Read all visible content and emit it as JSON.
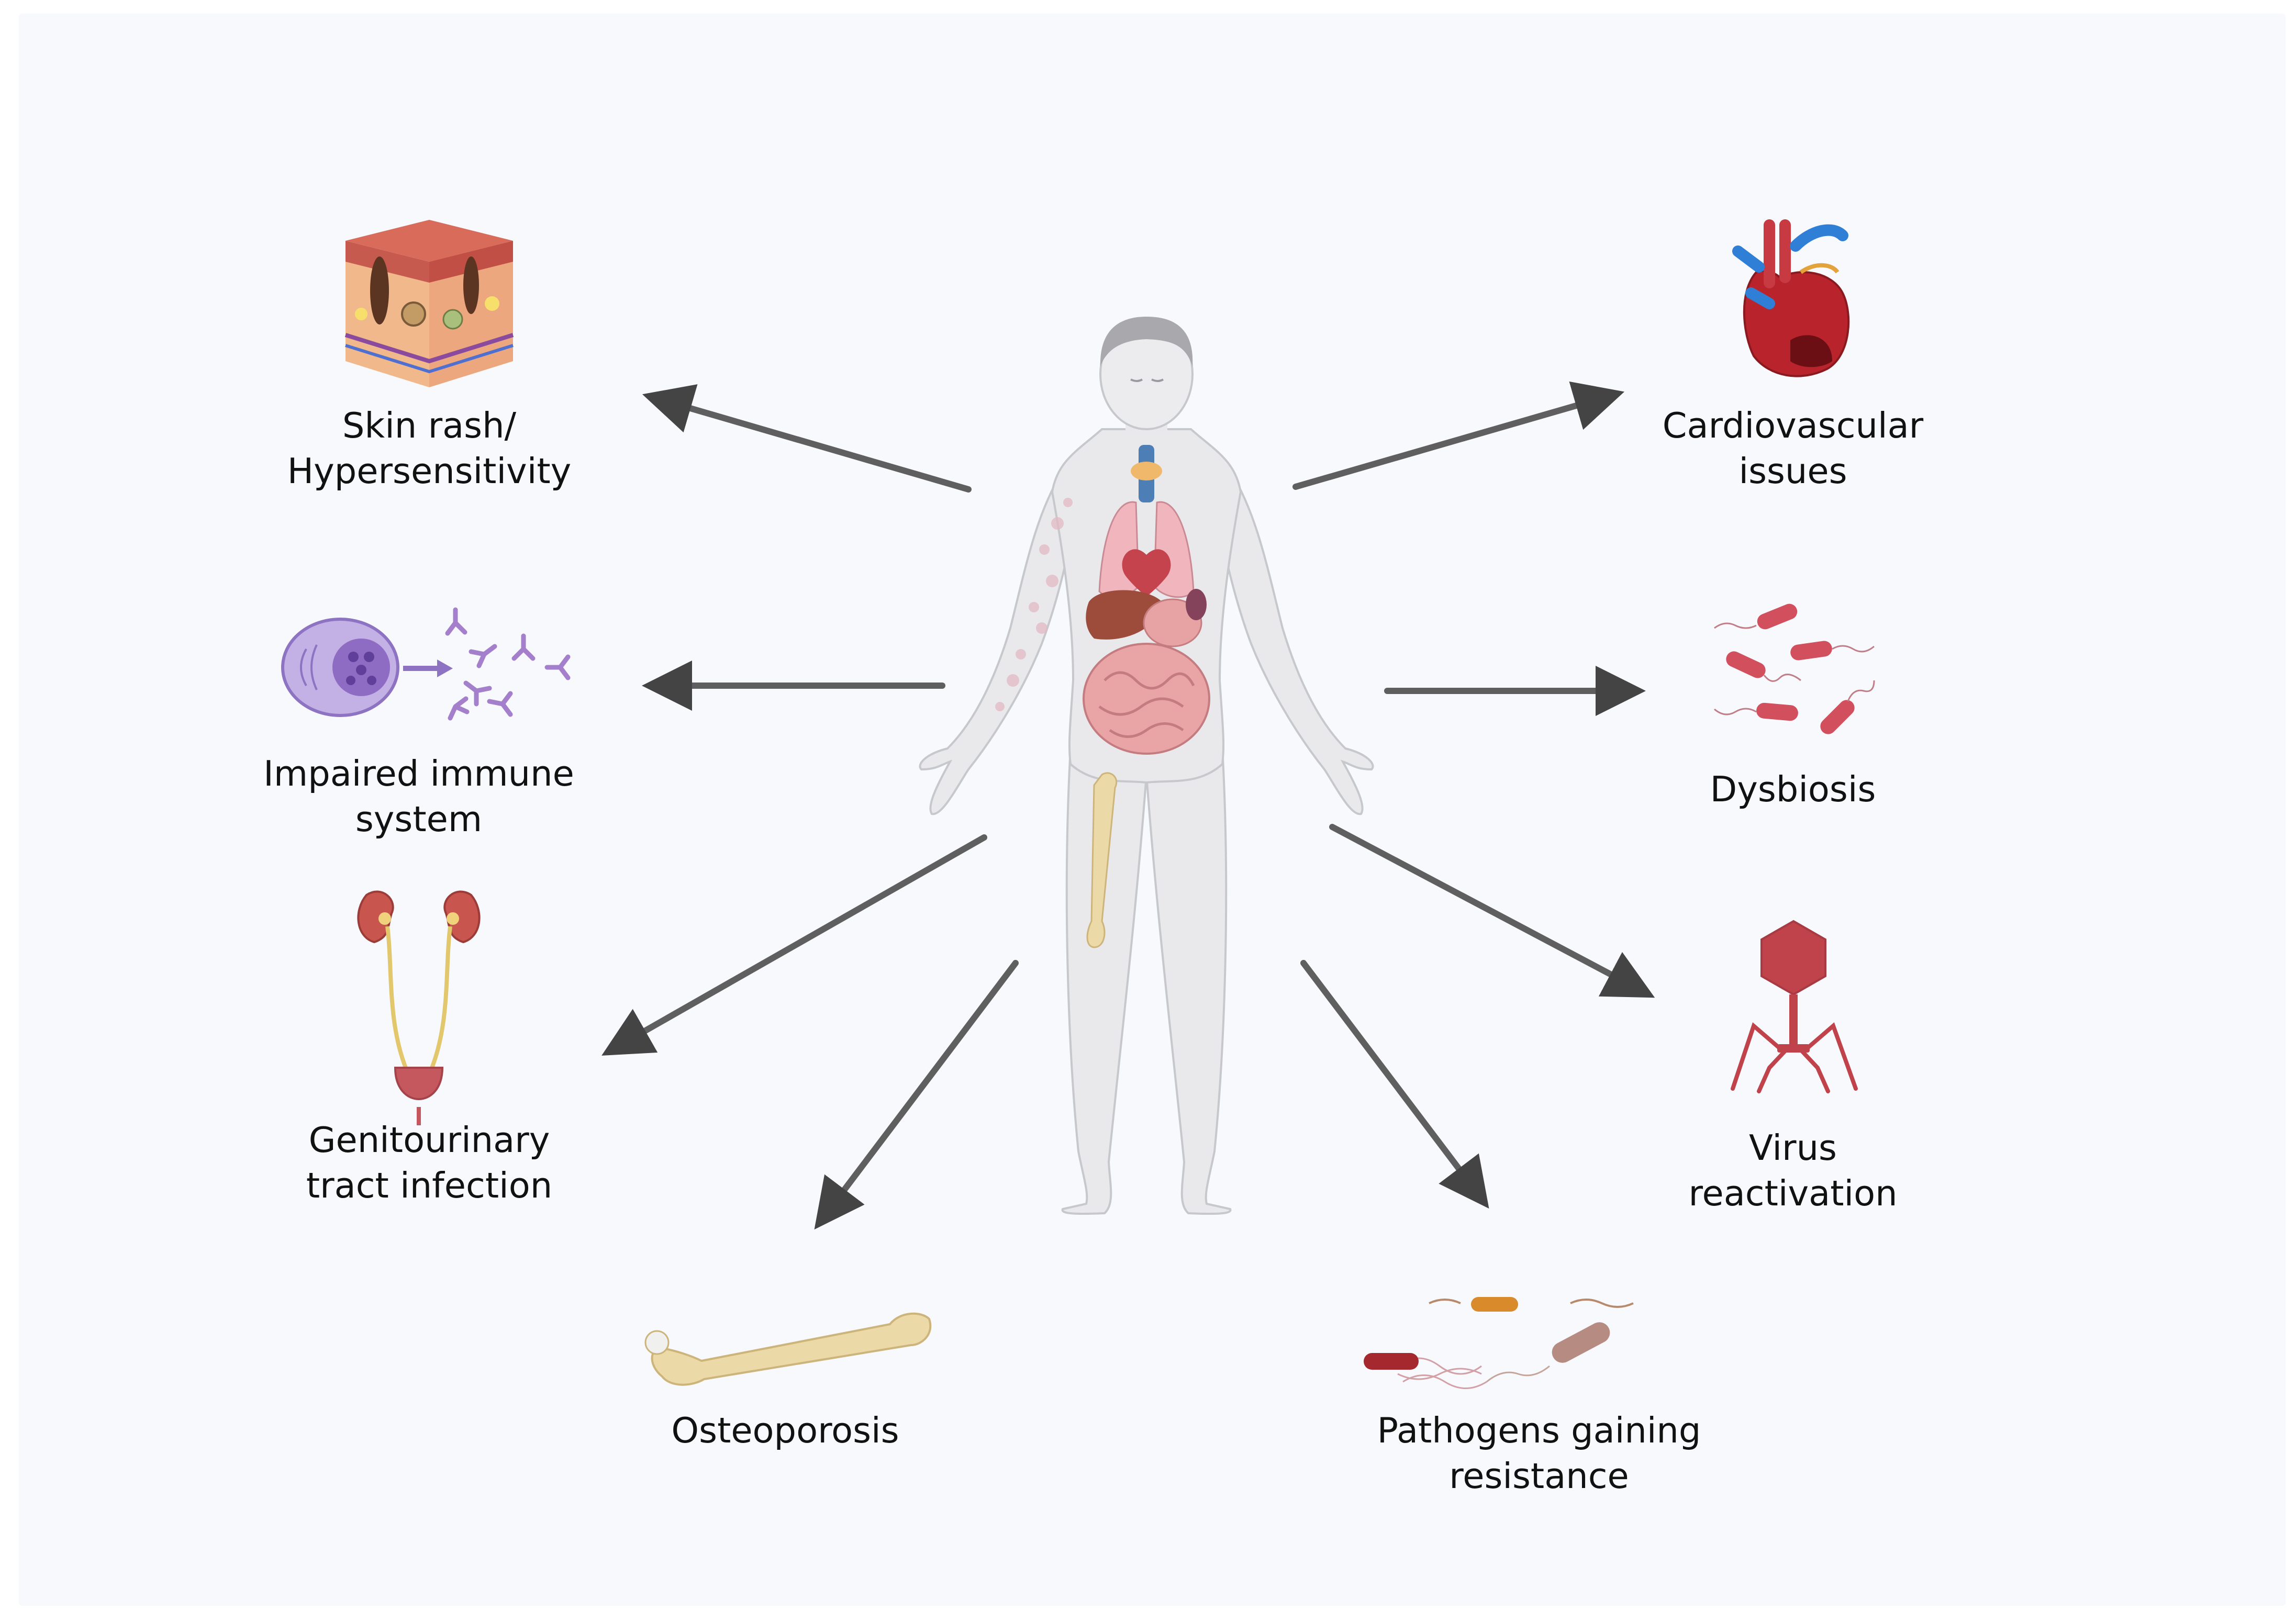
{
  "labels": {
    "skin": "Skin rash/\nHypersensitivity",
    "immune": "Impaired immune\nsystem",
    "genitourinary": "Genitourinary\ntract infection",
    "osteoporosis": "Osteoporosis",
    "pathogens": "Pathogens gaining\nresistance",
    "virus": "Virus\nreactivation",
    "dysbiosis": "Dysbiosis",
    "cardiovascular": "Cardiovascular\nissues"
  },
  "icons": {
    "center": "human-body-organs-icon",
    "skin": "skin-tissue-icon",
    "immune": "b-cell-antibodies-icon",
    "genitourinary": "kidneys-bladder-icon",
    "osteoporosis": "femur-bone-icon",
    "pathogens": "bacteria-icon",
    "virus": "bacteriophage-icon",
    "dysbiosis": "gut-bacteria-icon",
    "cardiovascular": "heart-icon"
  },
  "colors": {
    "background": "#f7f9fd",
    "arrow": "#444444",
    "body_fill": "#e9e9ec",
    "body_stroke": "#c7c8cc",
    "bacteria": "#d24f5e",
    "virus": "#c0434c",
    "bone": "#ecd9a8",
    "immune_cell": "#a98fd0"
  }
}
